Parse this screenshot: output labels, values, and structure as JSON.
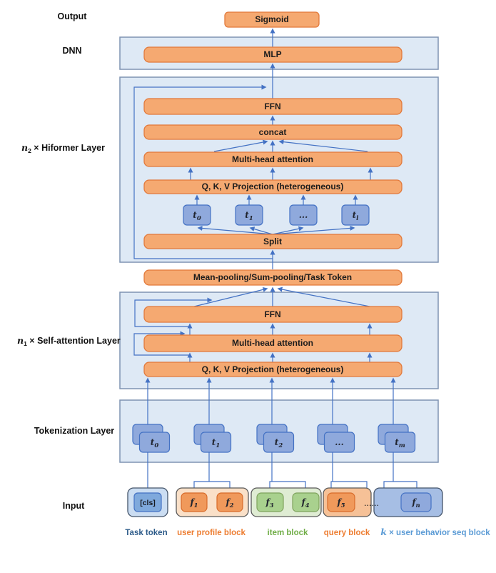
{
  "labels": {
    "output": "Output",
    "dnn": "DNN",
    "hiformer": {
      "base": "n",
      "sub": "2",
      "rest": " × Hiformer Layer"
    },
    "selfattn": {
      "base": "n",
      "sub": "1",
      "rest": " × Self-attention Layer"
    },
    "tokenization": "Tokenization Layer",
    "input": "Input"
  },
  "boxes": {
    "sigmoid": "Sigmoid",
    "mlp": "MLP",
    "ffn_hiformer": "FFN",
    "concat": "concat",
    "mha_hiformer": "Multi-head attention",
    "qkv_hiformer": "Q, K, V Projection (heterogeneous)",
    "split": "Split",
    "pooling": "Mean-pooling/Sum-pooling/Task Token",
    "ffn_selfattn": "FFN",
    "mha_selfattn": "Multi-head attention",
    "qkv_selfattn": "Q, K, V Projection (heterogeneous)"
  },
  "hiformer_tokens": [
    {
      "base": "t",
      "sub": "0"
    },
    {
      "base": "t",
      "sub": "1"
    },
    {
      "base": "...",
      "sub": ""
    },
    {
      "base": "t",
      "sub": "l"
    }
  ],
  "tokenization_tokens": [
    {
      "base": "t",
      "sub": "0"
    },
    {
      "base": "t",
      "sub": "1"
    },
    {
      "base": "t",
      "sub": "2"
    },
    {
      "base": "...",
      "sub": ""
    },
    {
      "base": "t",
      "sub": "m"
    }
  ],
  "input_blocks": {
    "cls": "[cls]",
    "f1": {
      "base": "f",
      "sub": "1"
    },
    "f2": {
      "base": "f",
      "sub": "2"
    },
    "f3": {
      "base": "f",
      "sub": "3"
    },
    "f4": {
      "base": "f",
      "sub": "4"
    },
    "f5": {
      "base": "f",
      "sub": "5"
    },
    "fn": {
      "base": "f",
      "sub": "n"
    },
    "dots": "......"
  },
  "legend": {
    "task": "Task token",
    "user_profile": "user profile block",
    "item": "item block",
    "query": "query block",
    "behavior": {
      "k": "k",
      "rest": " × user behavior seq block"
    }
  },
  "colors": {
    "op_box_fill": "#F5A971",
    "op_box_border": "#E2793B",
    "container_fill": "#DEE9F5",
    "container_border": "#7F93B2",
    "token_fill": "#8FA9DC",
    "token_border": "#4472C4",
    "arrow": "#4472C4",
    "cls_outer_fill": "#CBDDF2",
    "user_profile_outer": "#FAE0C8",
    "item_outer": "#DFECD3",
    "item_inner": "#A9D18E",
    "query_outer": "#F6C197",
    "behavior_outer": "#A6BEE4",
    "feature_inner_orange": "#F0995B",
    "legend_task": "#2E5C8A",
    "legend_orange": "#ED7D31",
    "legend_green": "#70AD47",
    "legend_blue": "#5B9BD5"
  }
}
